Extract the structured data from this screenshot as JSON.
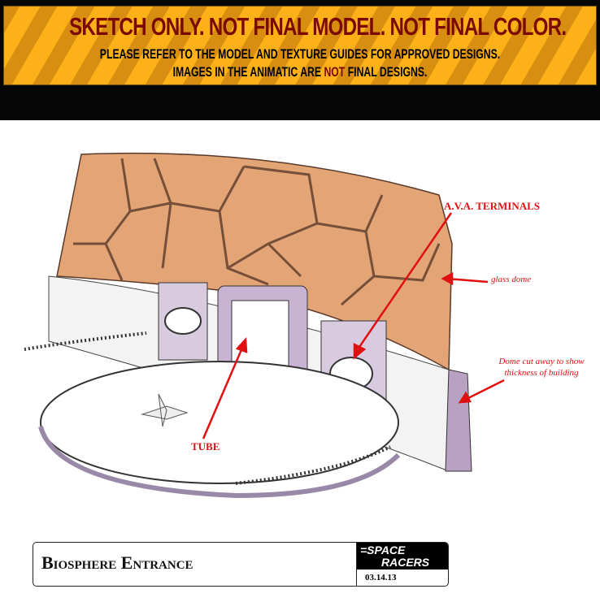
{
  "banner": {
    "headline": "SKETCH ONLY.   NOT FINAL MODEL.   NOT FINAL COLOR.",
    "line2": "PLEASE REFER TO THE MODEL AND TEXTURE GUIDES FOR APPROVED DESIGNS.",
    "line3_before": "IMAGES IN THE ANIMATIC ARE ",
    "line3_highlight": "NOT",
    "line3_after": " FINAL DESIGNS."
  },
  "annotations": {
    "ava_terminals": "A.V.A. TERMINALS",
    "glass_dome": "glass dome",
    "dome_cut": "Dome cut away to show thickness of building",
    "tube": "TUBE"
  },
  "title_block": {
    "title": "Biosphere Entrance",
    "logo_line1": "=SPACE",
    "logo_line2": "RACERS",
    "date": "03.14.13"
  },
  "colors": {
    "banner_yellow": "#fbb117",
    "banner_red": "#7a0a00",
    "annotation_red": "#e01010",
    "dome": "#e3a476",
    "wall_purple": "#b9a1c4"
  }
}
